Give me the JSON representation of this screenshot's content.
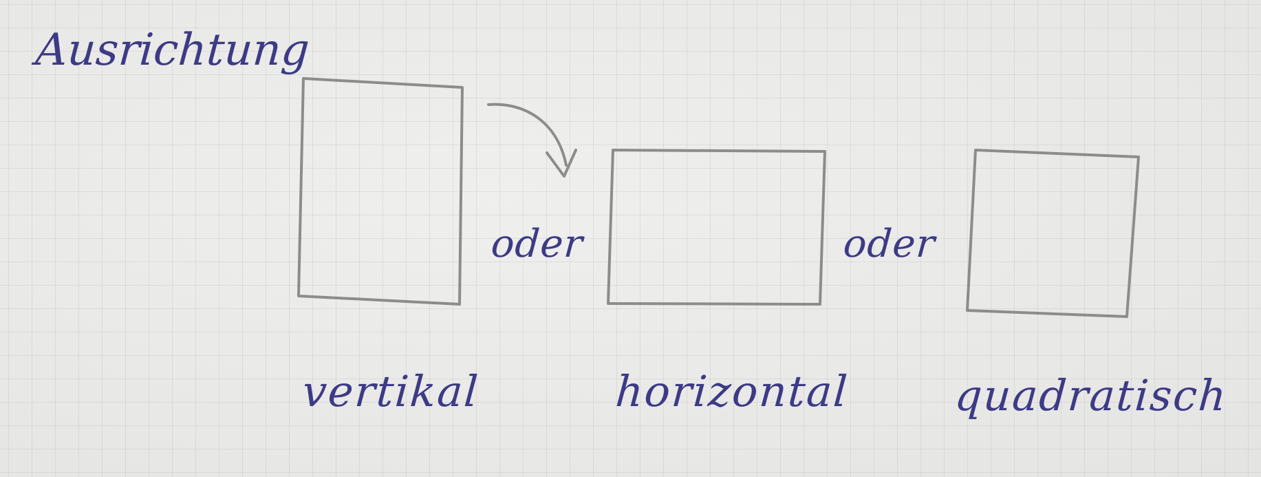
{
  "title": "Ausrichtung",
  "connectors": [
    "oder",
    "oder"
  ],
  "options": [
    {
      "label": "vertikal"
    },
    {
      "label": "horizontal"
    },
    {
      "label": "quadratisch"
    }
  ],
  "colors": {
    "ink": "#3d3a86",
    "pencil": "#8c8c8c",
    "paper": "#e9e9e7"
  }
}
